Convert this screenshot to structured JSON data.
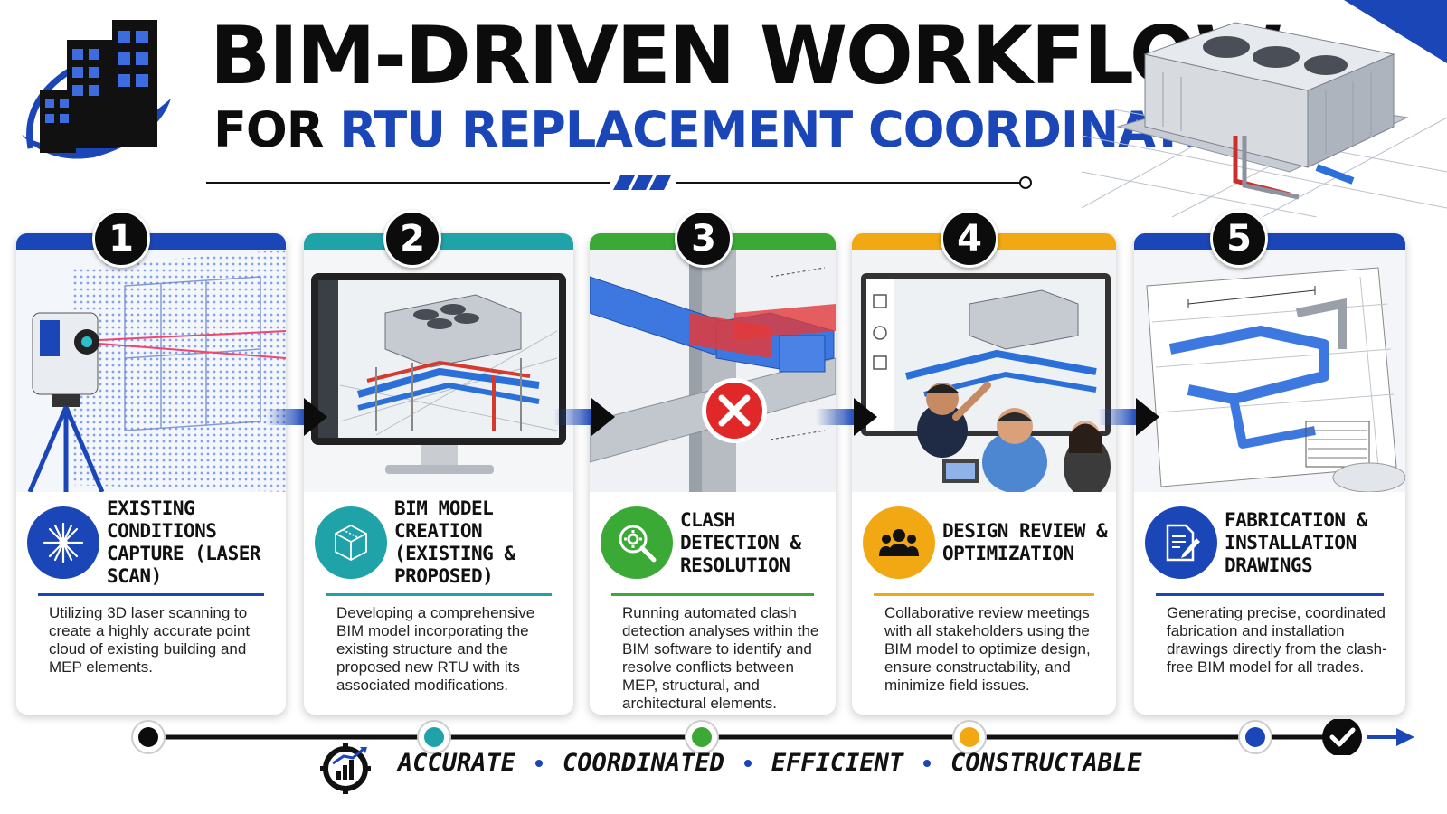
{
  "header": {
    "title": "BIM-DRIVEN WORKFLOW",
    "subtitle_prefix": "FOR",
    "subtitle_highlight": "RTU REPLACEMENT COORDINATION"
  },
  "colors": {
    "blue": "#1b46b8",
    "teal": "#1fa3a8",
    "green": "#3aa935",
    "amber": "#f2a813",
    "navy": "#0c0c0c"
  },
  "steps": [
    {
      "number": "1",
      "title": "EXISTING CONDITIONS CAPTURE (LASER SCAN)",
      "description": "Utilizing 3D laser scanning to create a highly accurate point cloud of existing building and MEP elements.",
      "icon": "laser-burst-icon",
      "color": "#1b46b8"
    },
    {
      "number": "2",
      "title": "BIM MODEL CREATION (EXISTING & PROPOSED)",
      "description": "Developing a comprehensive BIM model incorporating the existing structure and the proposed new RTU with its associated modifications.",
      "icon": "cube-icon",
      "color": "#1fa3a8"
    },
    {
      "number": "3",
      "title": "CLASH DETECTION & RESOLUTION",
      "description": "Running automated clash detection analyses within the BIM software to identify and resolve conflicts between MEP, structural, and architectural elements.",
      "icon": "gear-magnifier-icon",
      "color": "#3aa935"
    },
    {
      "number": "4",
      "title": "DESIGN REVIEW & OPTIMIZATION",
      "description": "Collaborative review meetings with all stakeholders using the BIM model to optimize design, ensure constructability, and minimize field issues.",
      "icon": "team-icon",
      "color": "#f2a813"
    },
    {
      "number": "5",
      "title": "FABRICATION & INSTALLATION DRAWINGS",
      "description": "Generating precise, coordinated fabrication and installation drawings directly from the clash-free BIM model for all trades.",
      "icon": "document-pencil-icon",
      "color": "#1b46b8"
    }
  ],
  "tagline": [
    "ACCURATE",
    "COORDINATED",
    "EFFICIENT",
    "CONSTRUCTABLE"
  ]
}
